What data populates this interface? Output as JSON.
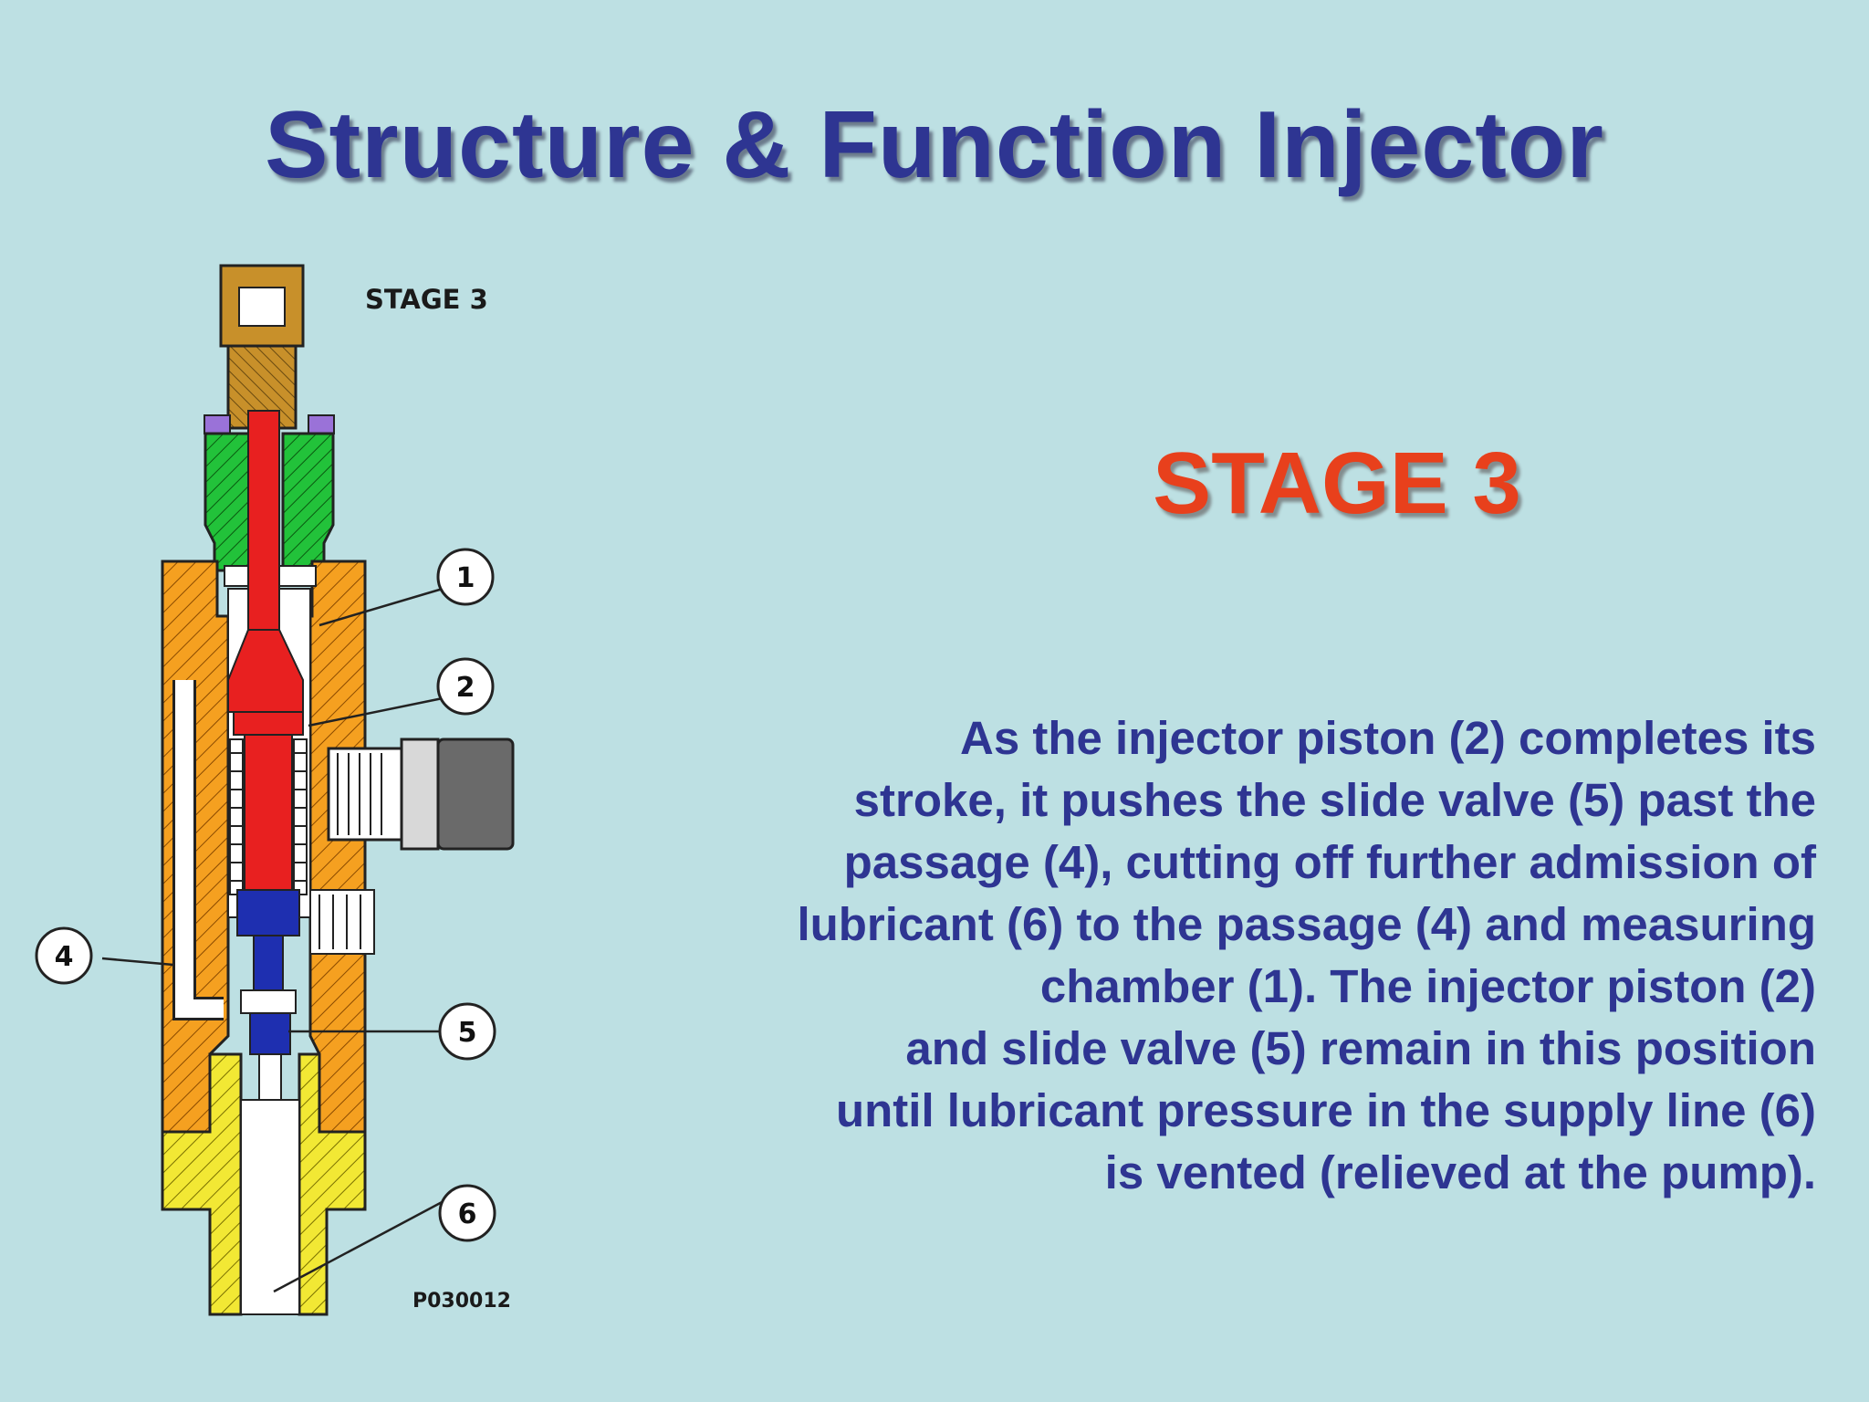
{
  "slide": {
    "title": "Structure & Function Injector",
    "stage_heading": "STAGE 3",
    "body": "As the injector piston (2) completes its\nstroke, it pushes the slide valve (5) past the\npassage (4), cutting off further admission of\nlubricant (6) to the passage (4) and measuring\nchamber (1). The injector piston (2)\nand slide valve (5) remain in this position\nuntil lubricant pressure in the supply line (6)\nis vented (relieved at the pump)."
  },
  "diagram": {
    "stage_label": "STAGE 3",
    "part_code": "P030012",
    "callouts": [
      "1",
      "2",
      "4",
      "5",
      "6"
    ]
  },
  "colors": {
    "background": "#bde0e3",
    "title": "#2e3592",
    "stage_heading": "#e8401c",
    "body_orange": "#f5a020",
    "piston_red": "#e82020",
    "slide_blue": "#1e2fb0",
    "fitting_green": "#22c23a",
    "base_yellow": "#f2e834",
    "cap_brown": "#c8902a",
    "nut_gray": "#6a6a6a"
  }
}
